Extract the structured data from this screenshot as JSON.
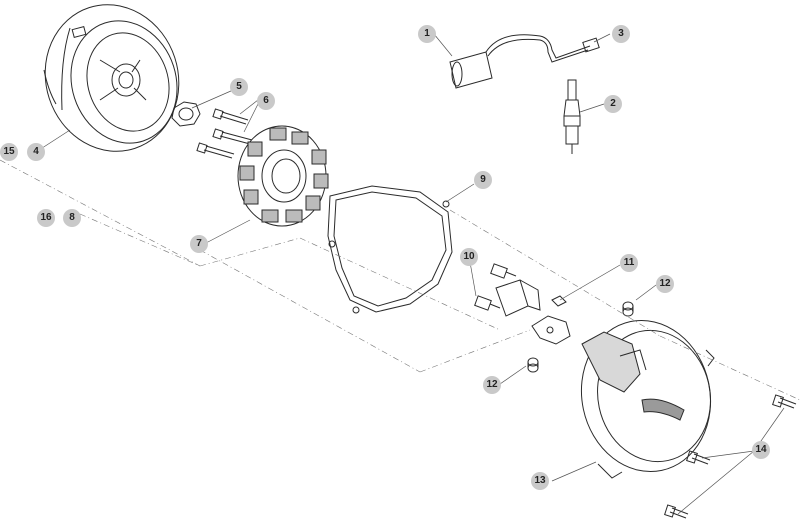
{
  "callouts": {
    "c1": "1",
    "c2": "2",
    "c3": "3",
    "c4": "4",
    "c5": "5",
    "c6": "6",
    "c7": "7",
    "c8": "8",
    "c9": "9",
    "c10": "10",
    "c11": "11",
    "c12a": "12",
    "c12b": "12",
    "c13": "13",
    "c14": "14",
    "c15": "15",
    "c16": "16"
  },
  "colors": {
    "line": "#2b2b2b",
    "callout_bg": "#c9c9c9"
  }
}
